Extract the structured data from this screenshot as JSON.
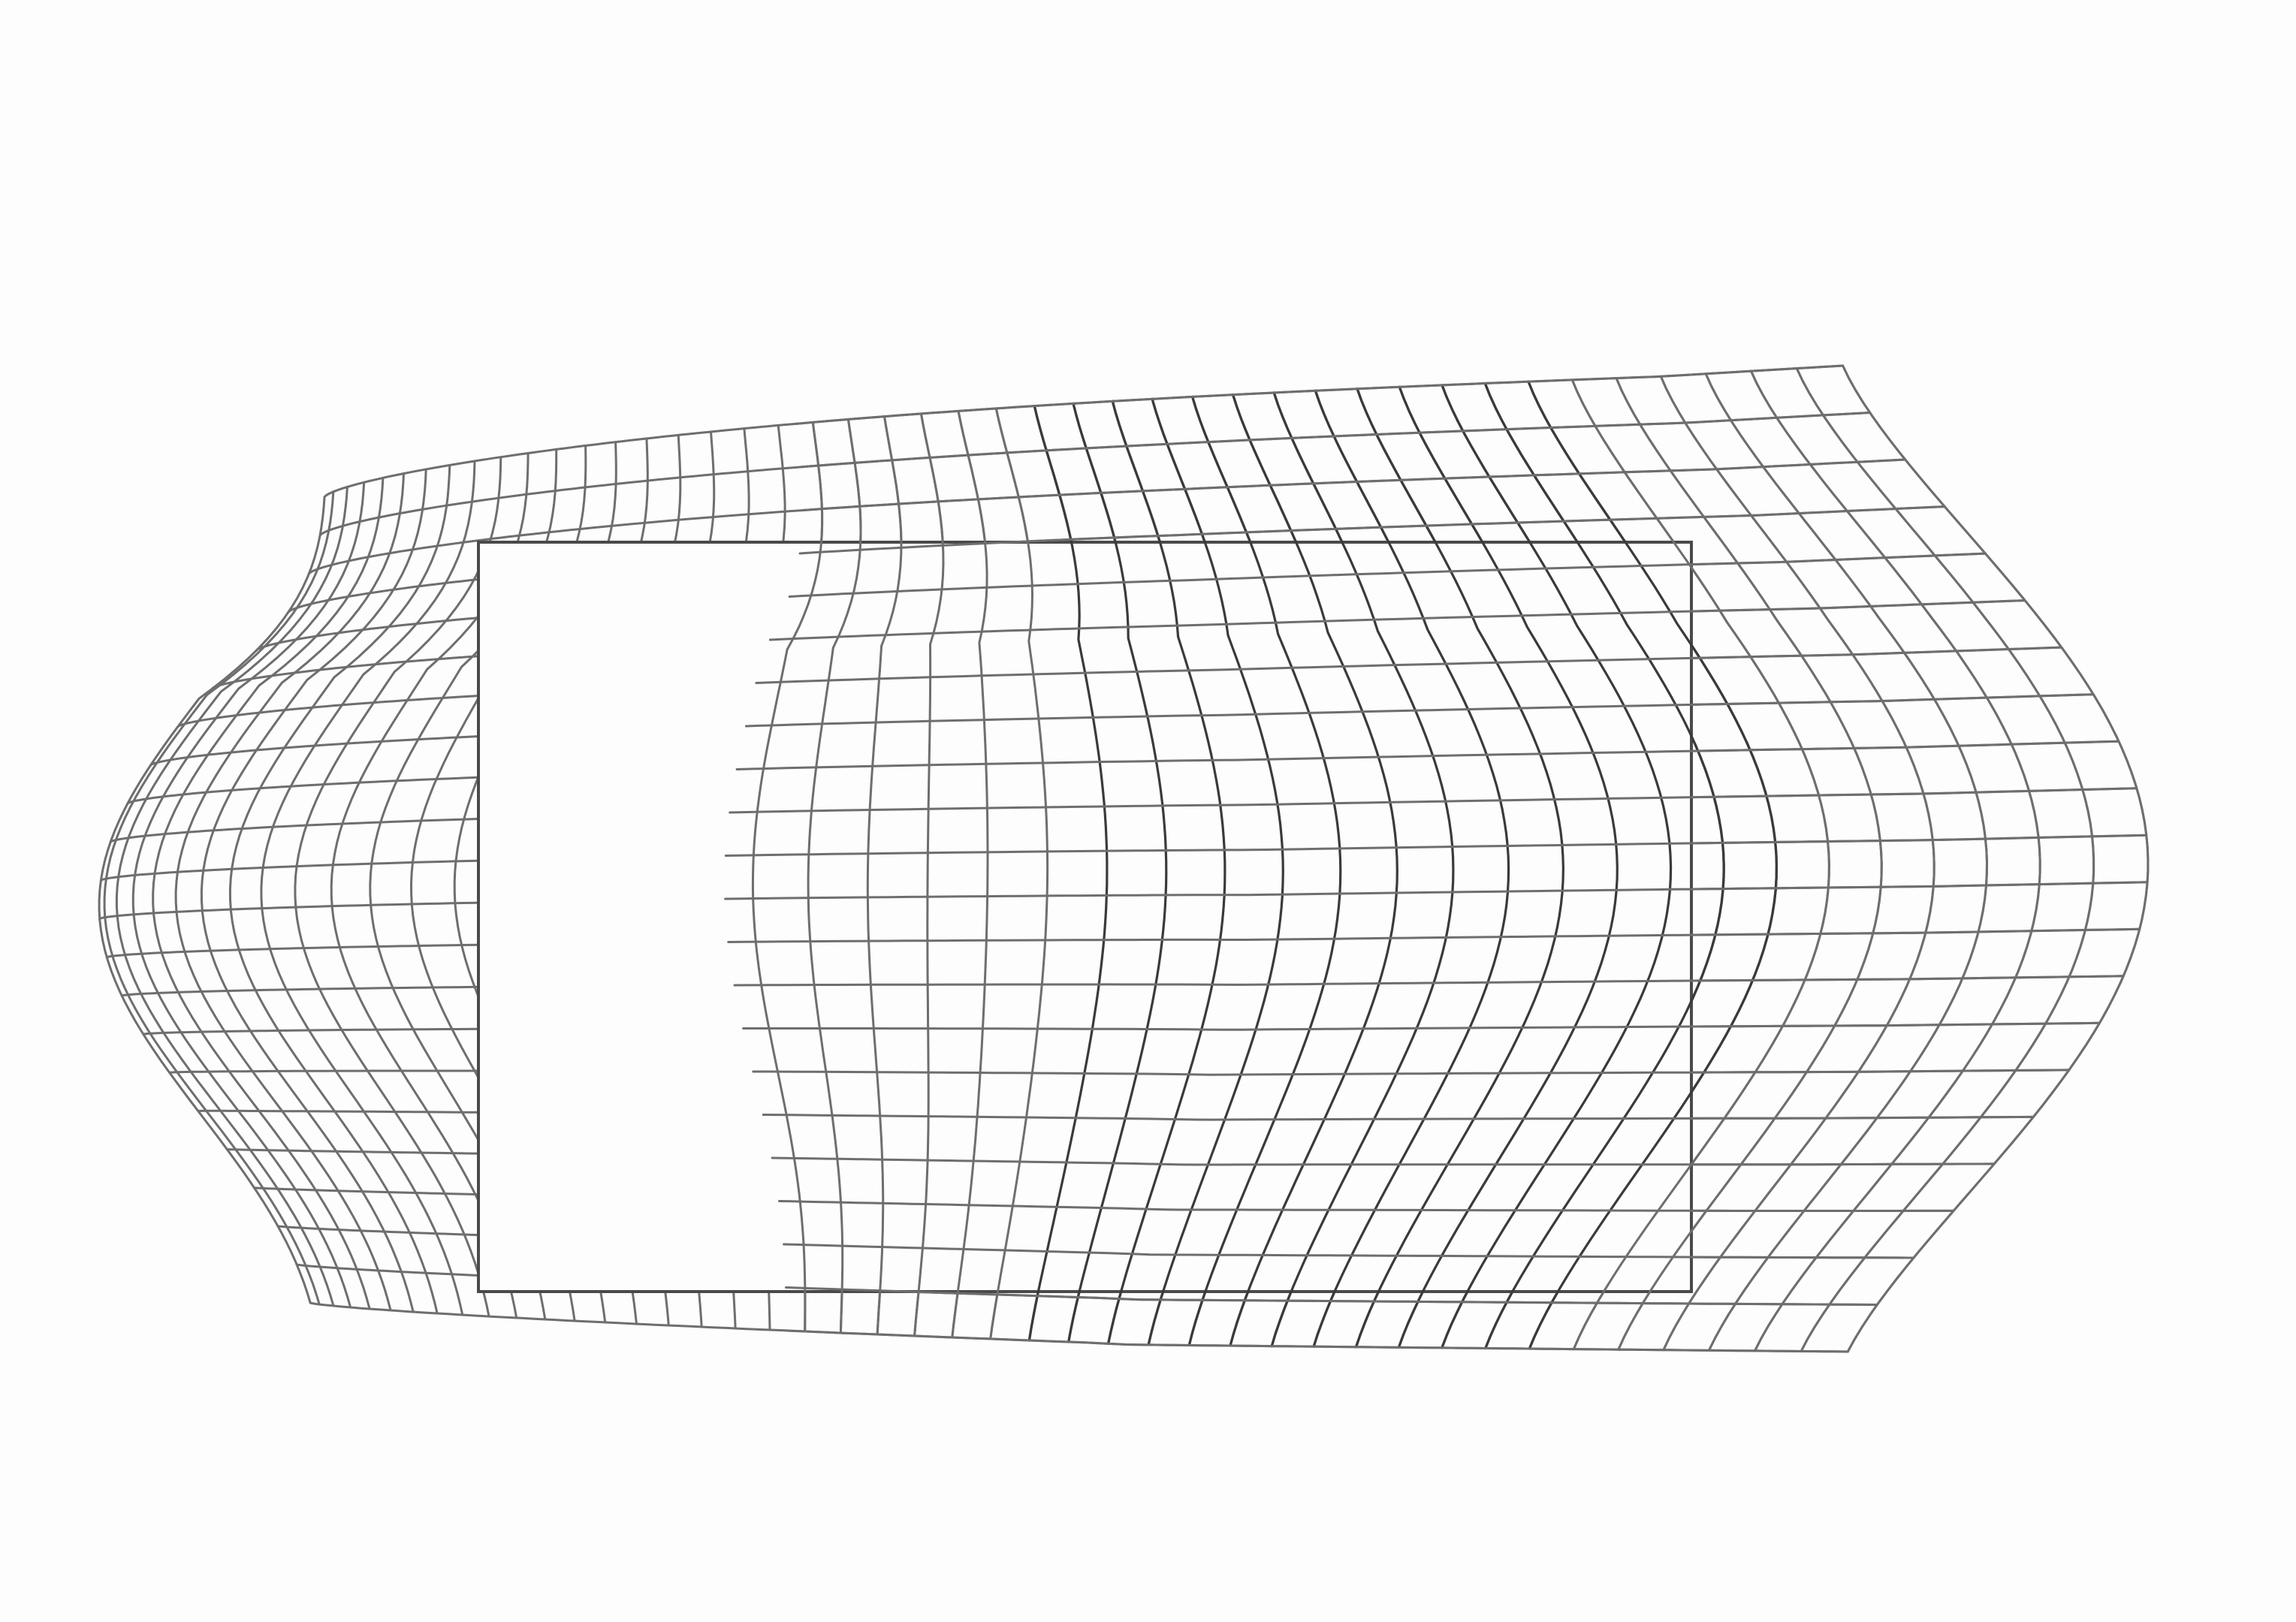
{
  "drawing": {
    "medium": "pencil",
    "subject": "distorted-grid-mesh-with-rectangle",
    "colors": {
      "paper": "#fdfdfd",
      "grid_stroke": "#6e6e6e",
      "grid_stroke_dark": "#3a3a3a",
      "rect_stroke": "#4a4a4a"
    },
    "grid": {
      "columns": 44,
      "rows": 21
    }
  }
}
